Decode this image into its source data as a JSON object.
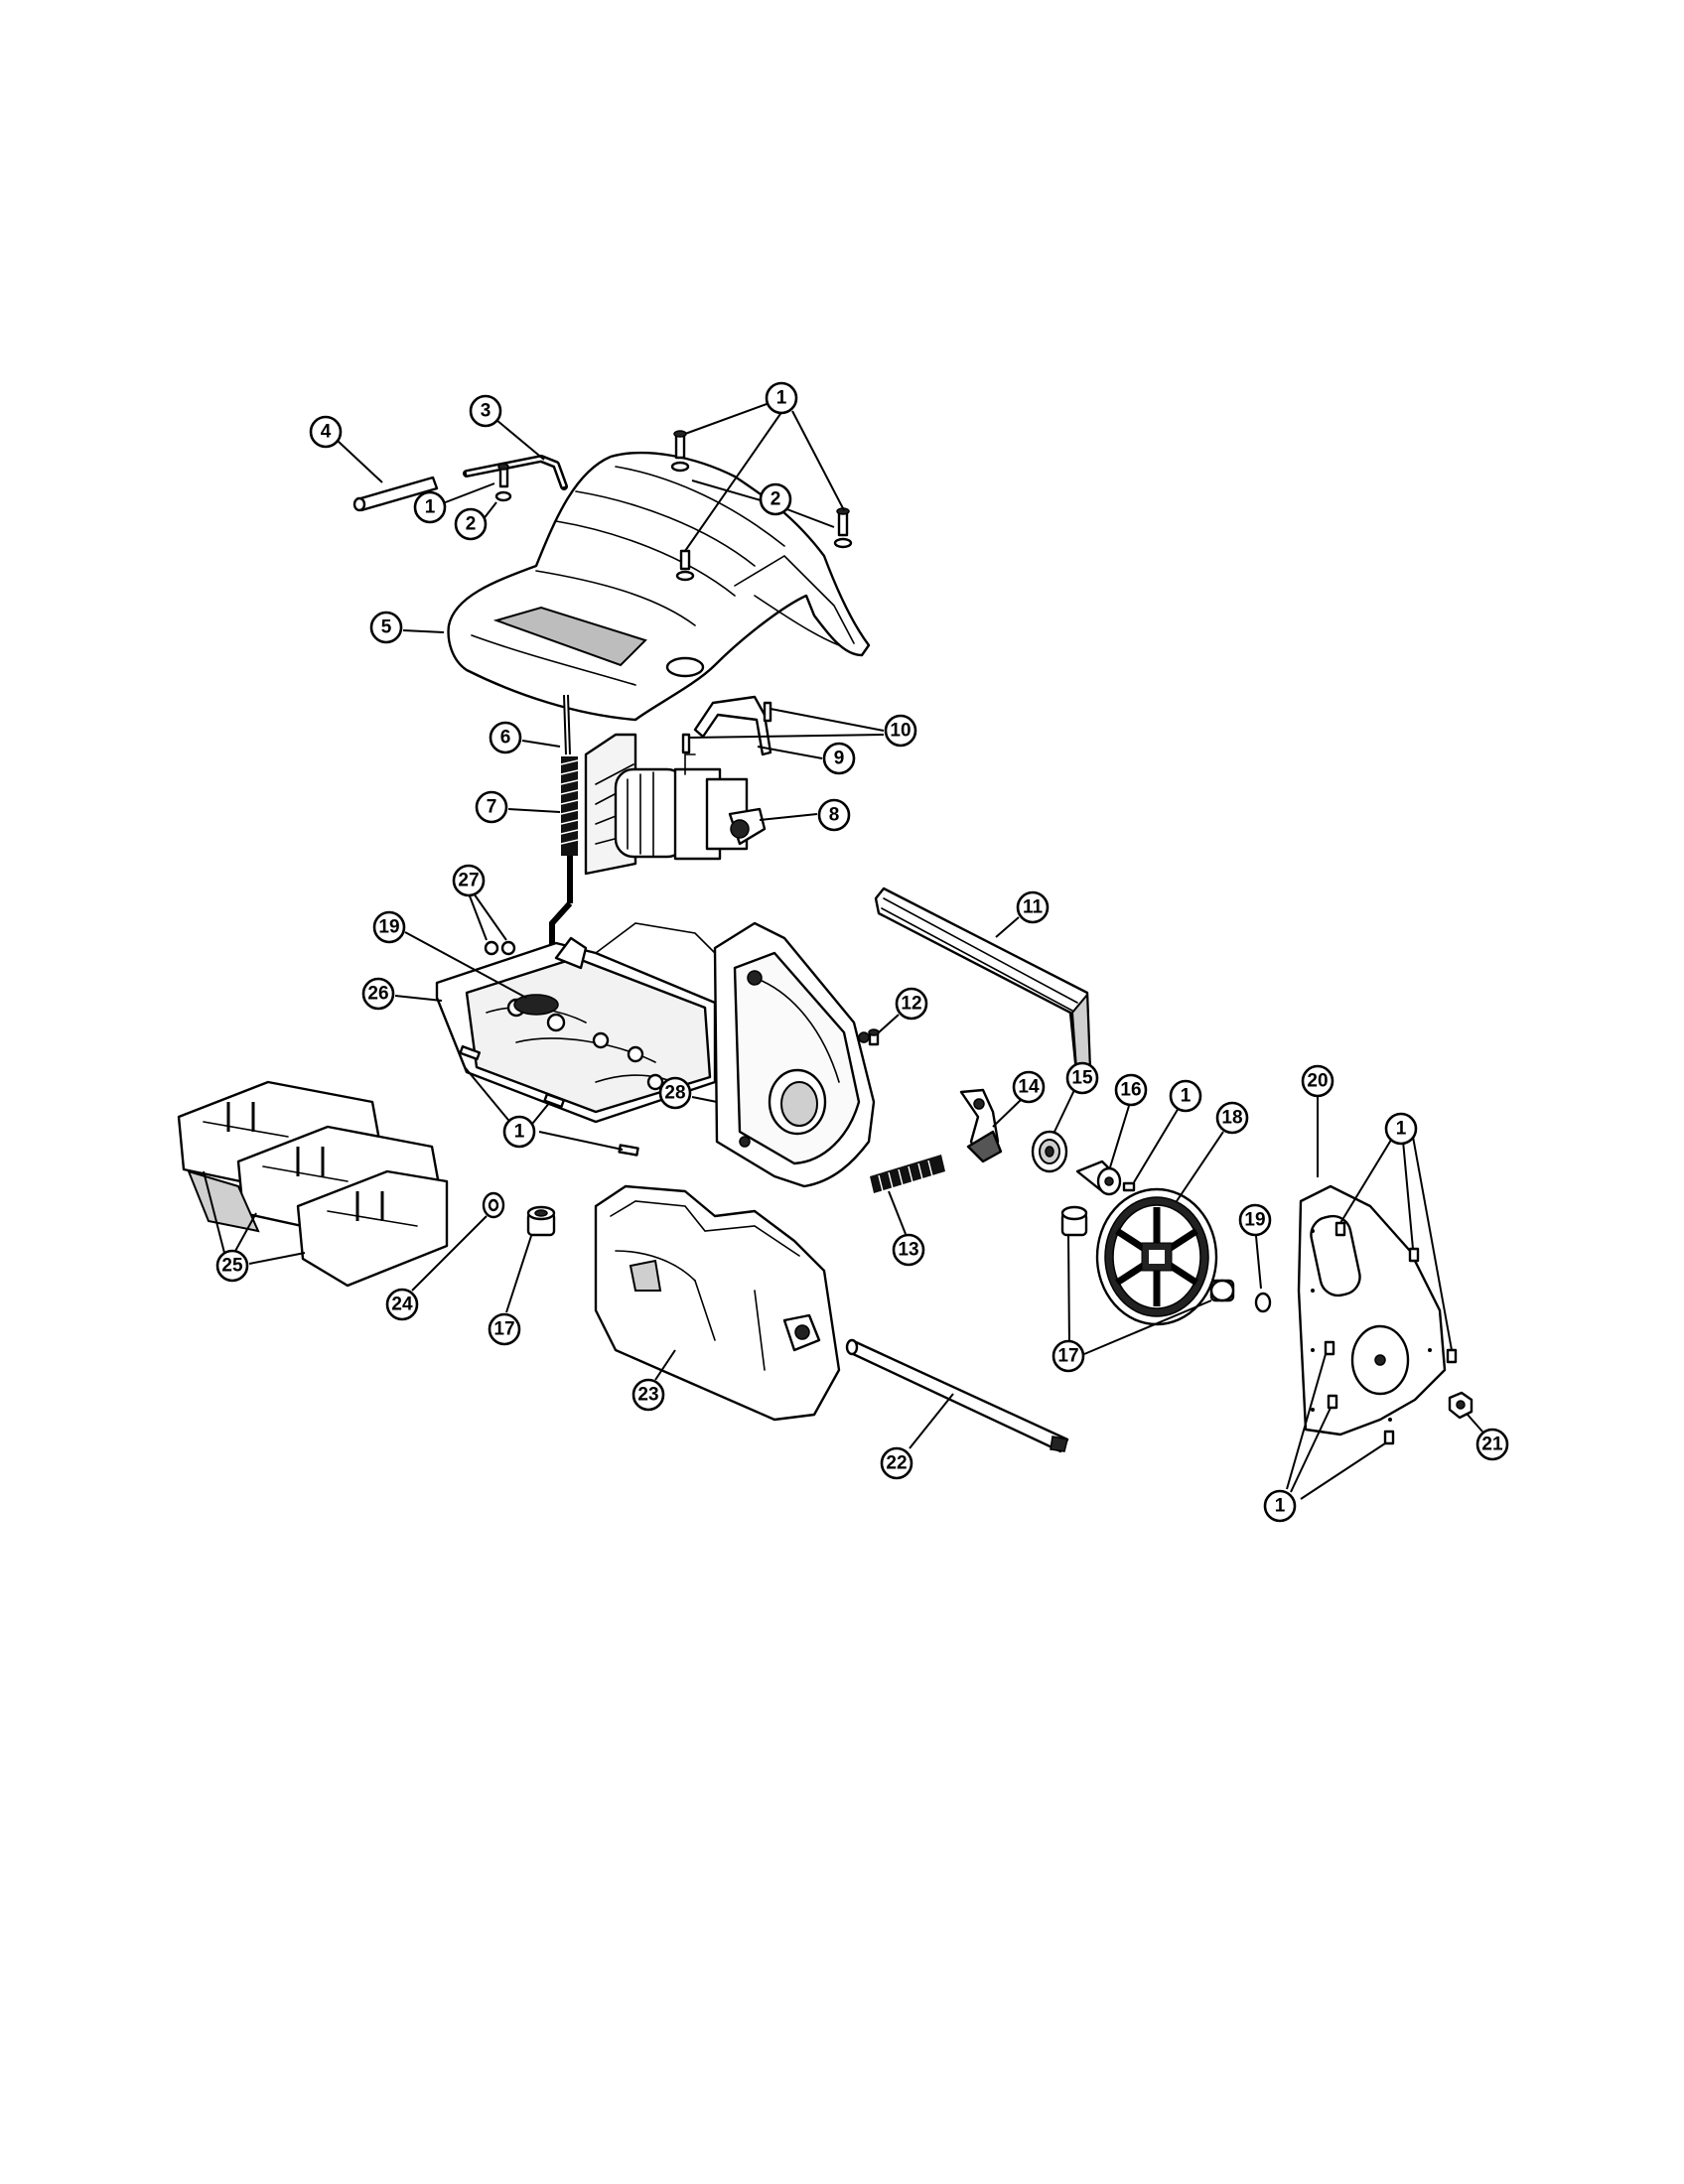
{
  "callouts": [
    {
      "label": "1"
    },
    {
      "label": "1"
    },
    {
      "label": "1"
    },
    {
      "label": "1"
    },
    {
      "label": "1"
    },
    {
      "label": "1"
    },
    {
      "label": "2"
    },
    {
      "label": "2"
    },
    {
      "label": "3"
    },
    {
      "label": "4"
    },
    {
      "label": "5"
    },
    {
      "label": "6"
    },
    {
      "label": "7"
    },
    {
      "label": "8"
    },
    {
      "label": "9"
    },
    {
      "label": "10"
    },
    {
      "label": "11"
    },
    {
      "label": "12"
    },
    {
      "label": "13"
    },
    {
      "label": "14"
    },
    {
      "label": "15"
    },
    {
      "label": "16"
    },
    {
      "label": "17"
    },
    {
      "label": "17"
    },
    {
      "label": "18"
    },
    {
      "label": "19"
    },
    {
      "label": "19"
    },
    {
      "label": "20"
    },
    {
      "label": "21"
    },
    {
      "label": "22"
    },
    {
      "label": "23"
    },
    {
      "label": "24"
    },
    {
      "label": "25"
    },
    {
      "label": "26"
    },
    {
      "label": "27"
    },
    {
      "label": "28"
    }
  ]
}
